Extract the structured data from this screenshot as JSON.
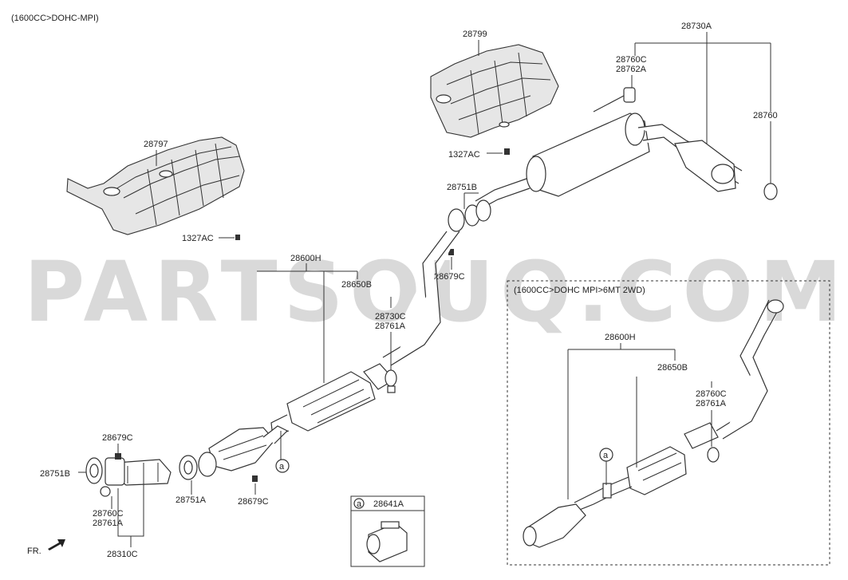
{
  "header": {
    "engine_spec": "(1600CC>DOHC-MPI)"
  },
  "watermark": "PARTSOUQ.COM",
  "inset": {
    "spec": "(1600CC>DOHC MPI>6MT 2WD)"
  },
  "legend_box": {
    "symbol": "a",
    "part": "28641A"
  },
  "orientation": {
    "front_label": "FR."
  },
  "callouts": {
    "c28797": "28797",
    "c1327ac_left": "1327AC",
    "c28799": "28799",
    "c1327ac_center": "1327AC",
    "c28730a": "28730A",
    "c28760c_top": "28760C",
    "c28762a": "28762A",
    "c28760": "28760",
    "c28751b": "28751B",
    "c28679c_mid": "28679C",
    "c28600h": "28600H",
    "c28650b": "28650B",
    "c28730c": "28730C",
    "c28761a_mid": "28761A",
    "c28679c_topleft": "28679C",
    "c28751b_left": "28751B",
    "c28760c_left": "28760C",
    "c28761a_left": "28761A",
    "c28310c": "28310C",
    "c28751a": "28751A",
    "c28679c_bottom": "28679C",
    "c28600h_inset": "28600H",
    "c28650b_inset": "28650B",
    "c28760c_inset": "28760C",
    "c28761a_inset": "28761A"
  },
  "ref_marker": "a"
}
